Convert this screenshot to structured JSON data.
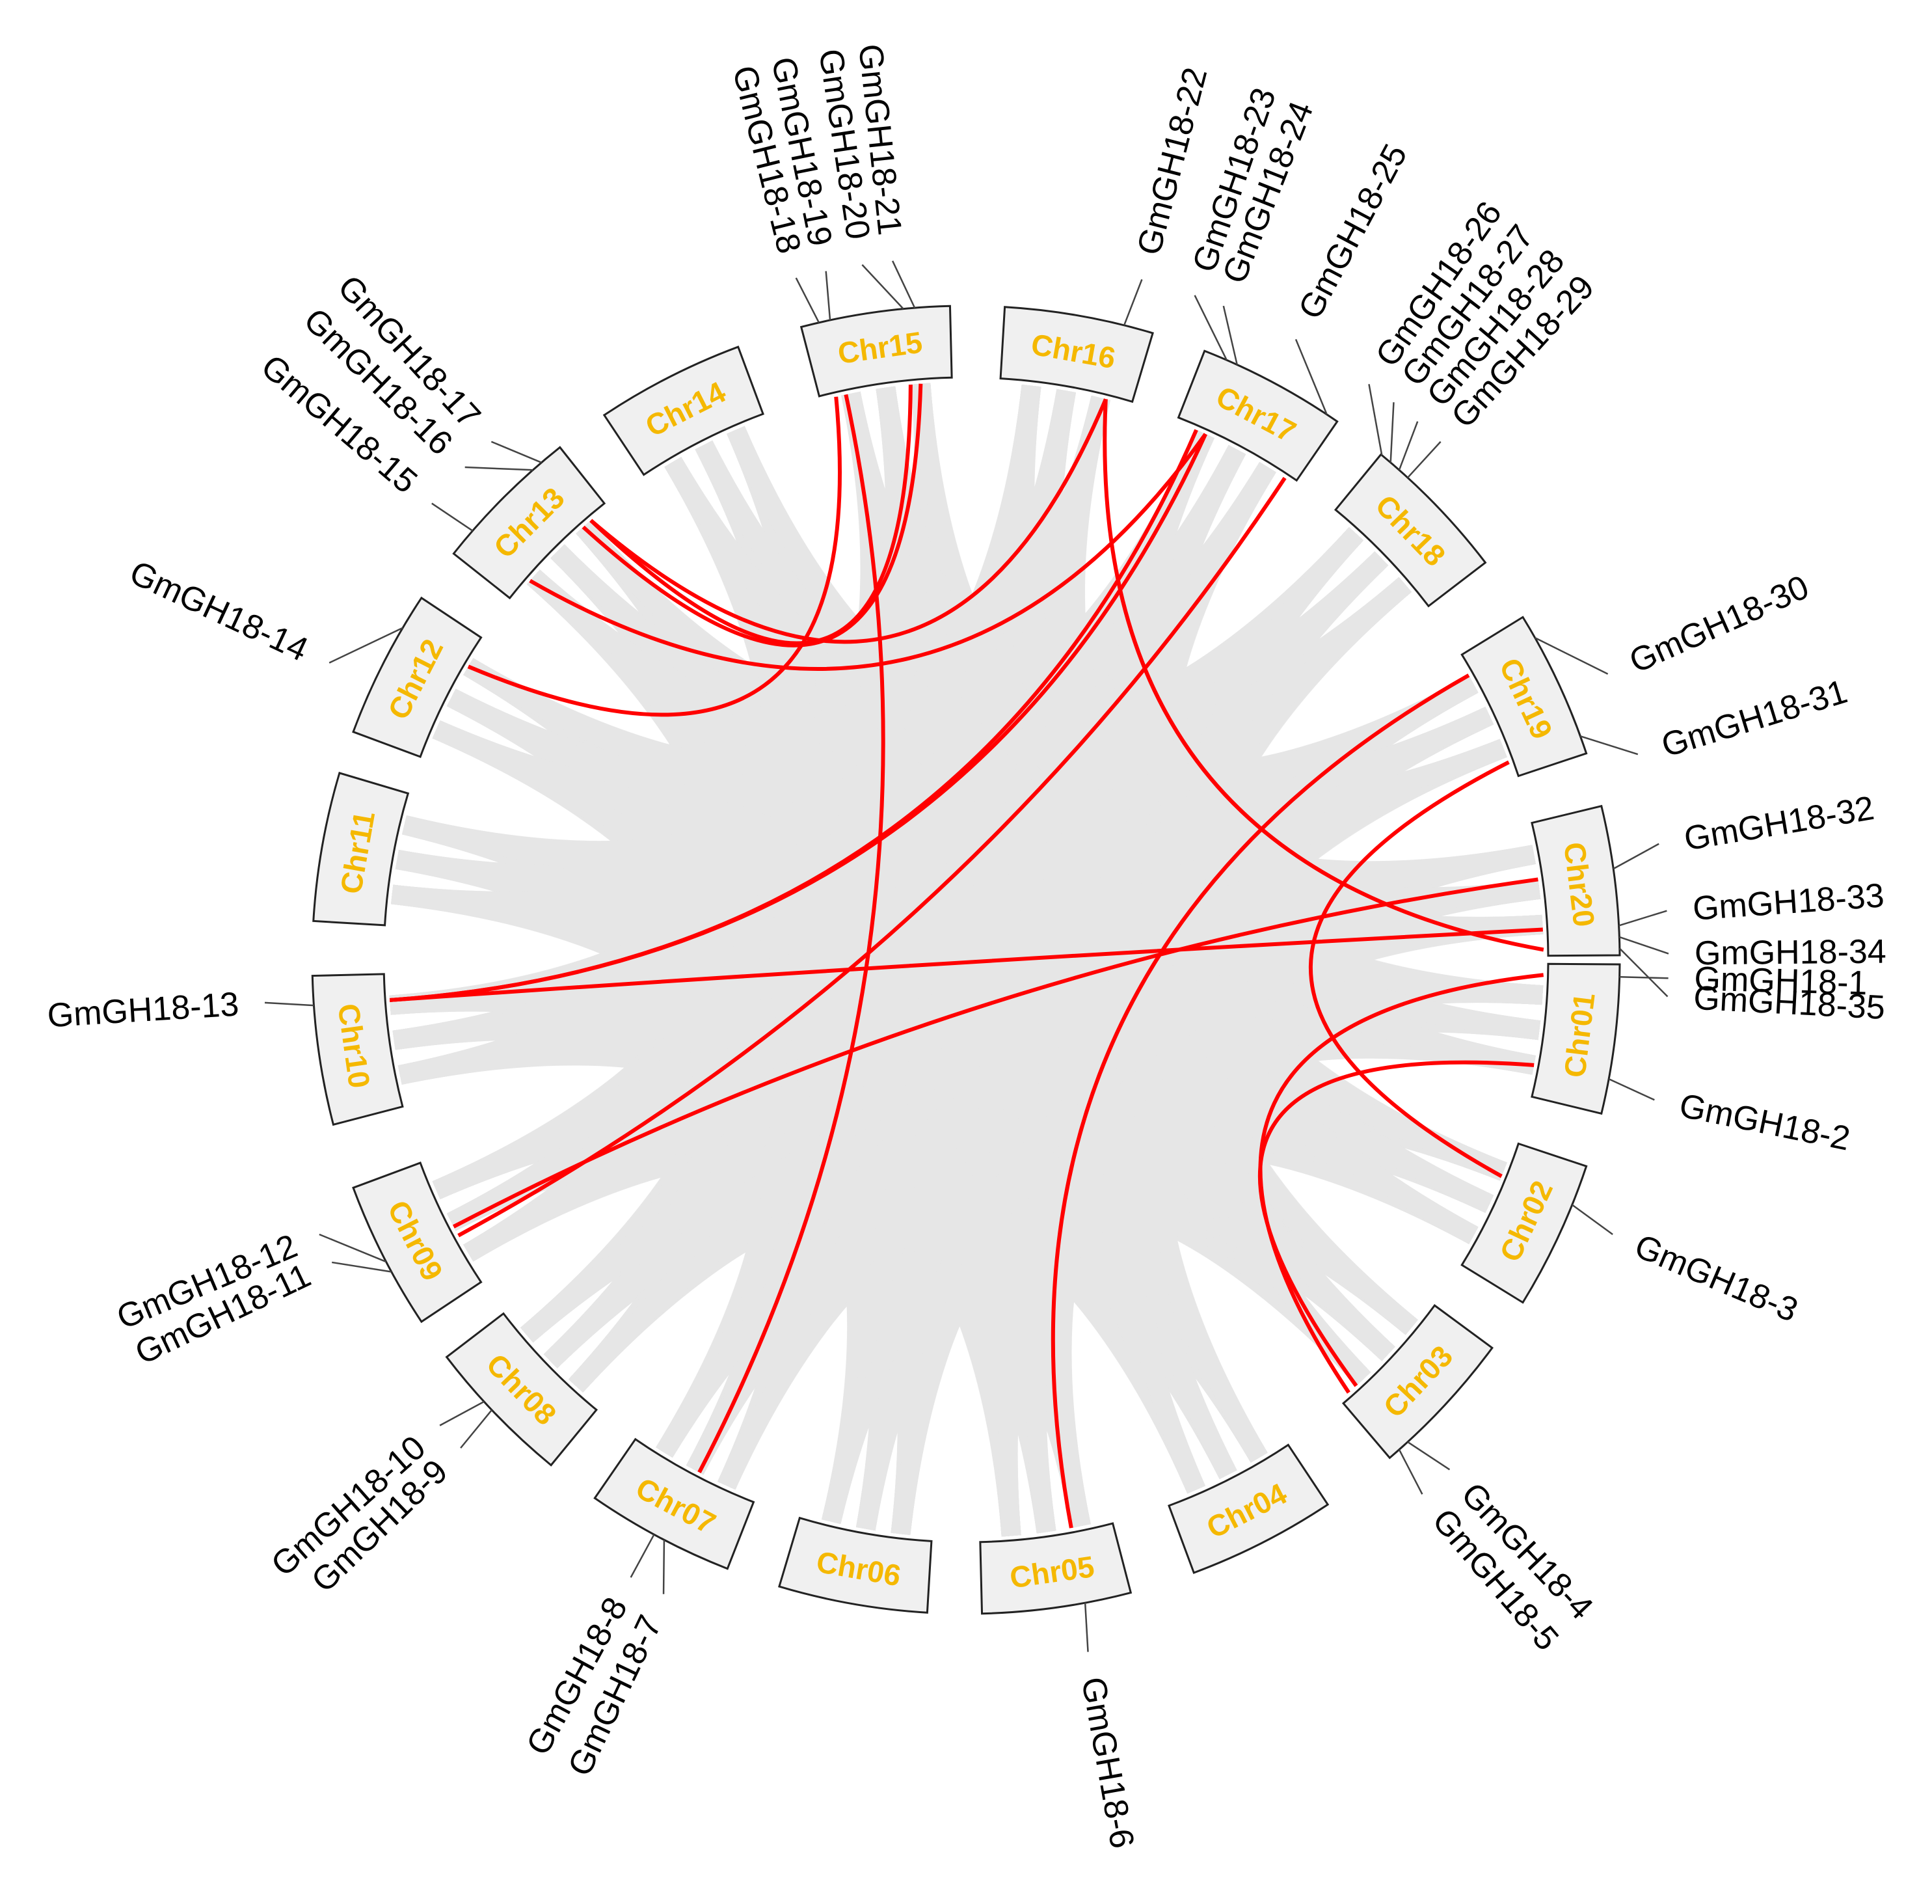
{
  "chromosomes": [
    {
      "id": "Chr01",
      "label": "Chr01"
    },
    {
      "id": "Chr02",
      "label": "Chr02"
    },
    {
      "id": "Chr03",
      "label": "Chr03"
    },
    {
      "id": "Chr04",
      "label": "Chr04"
    },
    {
      "id": "Chr05",
      "label": "Chr05"
    },
    {
      "id": "Chr06",
      "label": "Chr06"
    },
    {
      "id": "Chr07",
      "label": "Chr07"
    },
    {
      "id": "Chr08",
      "label": "Chr08"
    },
    {
      "id": "Chr09",
      "label": "Chr09"
    },
    {
      "id": "Chr10",
      "label": "Chr10"
    },
    {
      "id": "Chr11",
      "label": "Chr11"
    },
    {
      "id": "Chr12",
      "label": "Chr12"
    },
    {
      "id": "Chr13",
      "label": "Chr13"
    },
    {
      "id": "Chr14",
      "label": "Chr14"
    },
    {
      "id": "Chr15",
      "label": "Chr15"
    },
    {
      "id": "Chr16",
      "label": "Chr16"
    },
    {
      "id": "Chr17",
      "label": "Chr17"
    },
    {
      "id": "Chr18",
      "label": "Chr18"
    },
    {
      "id": "Chr19",
      "label": "Chr19"
    },
    {
      "id": "Chr20",
      "label": "Chr20"
    }
  ],
  "genes": [
    {
      "name": "GmGH18-1",
      "chr": "Chr01"
    },
    {
      "name": "GmGH18-2",
      "chr": "Chr01"
    },
    {
      "name": "GmGH18-3",
      "chr": "Chr02"
    },
    {
      "name": "GmGH18-4",
      "chr": "Chr03"
    },
    {
      "name": "GmGH18-5",
      "chr": "Chr03"
    },
    {
      "name": "GmGH18-6",
      "chr": "Chr05"
    },
    {
      "name": "GmGH18-7",
      "chr": "Chr07"
    },
    {
      "name": "GmGH18-8",
      "chr": "Chr07"
    },
    {
      "name": "GmGH18-9",
      "chr": "Chr08"
    },
    {
      "name": "GmGH18-10",
      "chr": "Chr08"
    },
    {
      "name": "GmGH18-11",
      "chr": "Chr09"
    },
    {
      "name": "GmGH18-12",
      "chr": "Chr09"
    },
    {
      "name": "GmGH18-13",
      "chr": "Chr10"
    },
    {
      "name": "GmGH18-14",
      "chr": "Chr12"
    },
    {
      "name": "GmGH18-15",
      "chr": "Chr13"
    },
    {
      "name": "GmGH18-16",
      "chr": "Chr13"
    },
    {
      "name": "GmGH18-17",
      "chr": "Chr13"
    },
    {
      "name": "GmGH18-18",
      "chr": "Chr15"
    },
    {
      "name": "GmGH18-19",
      "chr": "Chr15"
    },
    {
      "name": "GmGH18-20",
      "chr": "Chr15"
    },
    {
      "name": "GmGH18-21",
      "chr": "Chr15"
    },
    {
      "name": "GmGH18-22",
      "chr": "Chr16"
    },
    {
      "name": "GmGH18-23",
      "chr": "Chr17"
    },
    {
      "name": "GmGH18-24",
      "chr": "Chr17"
    },
    {
      "name": "GmGH18-25",
      "chr": "Chr17"
    },
    {
      "name": "GmGH18-26",
      "chr": "Chr18"
    },
    {
      "name": "GmGH18-27",
      "chr": "Chr18"
    },
    {
      "name": "GmGH18-28",
      "chr": "Chr18"
    },
    {
      "name": "GmGH18-29",
      "chr": "Chr18"
    },
    {
      "name": "GmGH18-30",
      "chr": "Chr19"
    },
    {
      "name": "GmGH18-31",
      "chr": "Chr19"
    },
    {
      "name": "GmGH18-32",
      "chr": "Chr20"
    },
    {
      "name": "GmGH18-33",
      "chr": "Chr20"
    },
    {
      "name": "GmGH18-34",
      "chr": "Chr20"
    },
    {
      "name": "GmGH18-35",
      "chr": "Chr20"
    }
  ],
  "segmental_duplications": [
    {
      "from": "GmGH18-1",
      "to": "GmGH18-5"
    },
    {
      "from": "GmGH18-2",
      "to": "GmGH18-4"
    },
    {
      "from": "GmGH18-3",
      "to": "GmGH18-31"
    },
    {
      "from": "GmGH18-6",
      "to": "GmGH18-30"
    },
    {
      "from": "GmGH18-7",
      "to": "GmGH18-19"
    },
    {
      "from": "GmGH18-12",
      "to": "GmGH18-32"
    },
    {
      "from": "GmGH18-11",
      "to": "GmGH18-25"
    },
    {
      "from": "GmGH18-13",
      "to": "GmGH18-33"
    },
    {
      "from": "GmGH18-13",
      "to": "GmGH18-24"
    },
    {
      "from": "GmGH18-15",
      "to": "GmGH18-24"
    },
    {
      "from": "GmGH18-16",
      "to": "GmGH18-21"
    },
    {
      "from": "GmGH18-17",
      "to": "GmGH18-20"
    },
    {
      "from": "GmGH18-17",
      "to": "GmGH18-22"
    },
    {
      "from": "GmGH18-14",
      "to": "GmGH18-18"
    },
    {
      "from": "GmGH18-22",
      "to": "GmGH18-35"
    },
    {
      "from": "GmGH18-23",
      "to": "GmGH18-13"
    }
  ],
  "colors": {
    "link": "#ff0000",
    "background_link": "#e6e6e6",
    "chromosome_fill": "#f0f0f0",
    "chromosome_label": "#f5b800",
    "gene_label": "#000000"
  }
}
